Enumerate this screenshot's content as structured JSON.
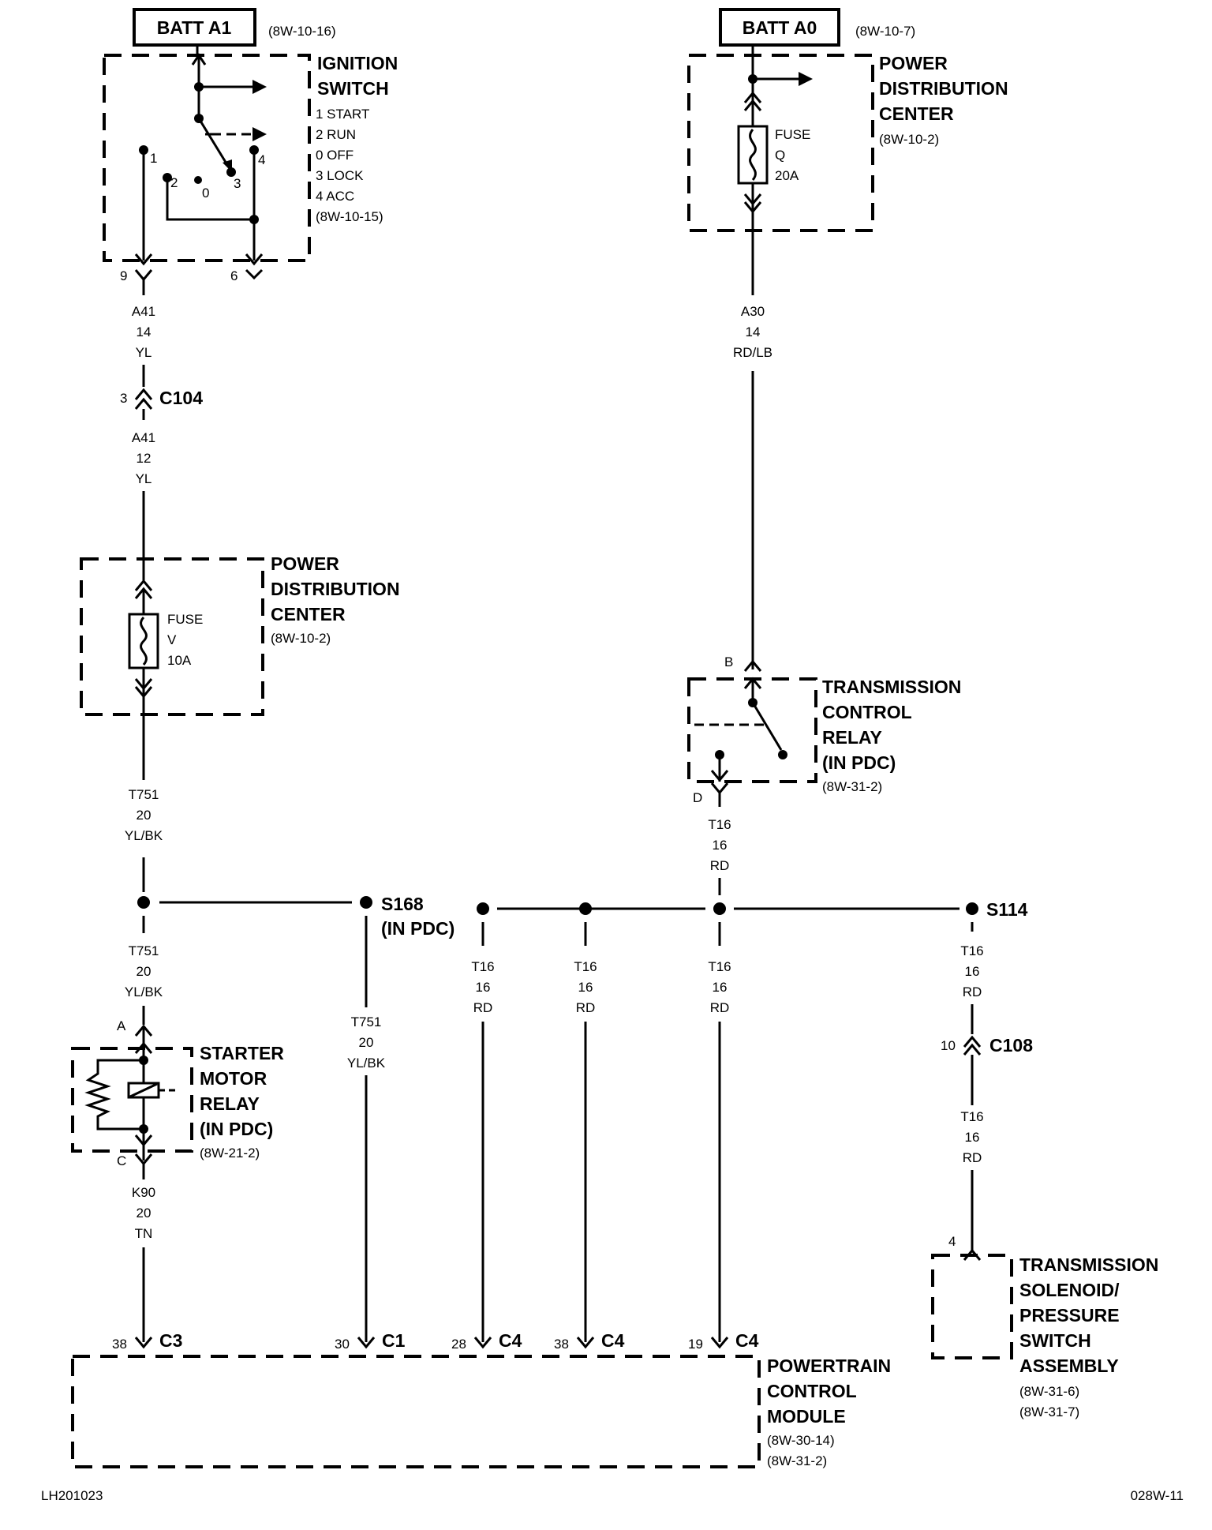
{
  "batt_a1": {
    "label": "BATT A1",
    "ref": "(8W-10-16)"
  },
  "batt_a0": {
    "label": "BATT A0",
    "ref": "(8W-10-7)"
  },
  "ignition_switch": {
    "title1": "IGNITION",
    "title2": "SWITCH",
    "pos1": "1 START",
    "pos2": "2 RUN",
    "pos0": "0 OFF",
    "pos3": "3 LOCK",
    "pos4": "4 ACC",
    "ref": "(8W-10-15)",
    "term1": "1",
    "term2": "2",
    "term0": "0",
    "term3": "3",
    "term4": "4",
    "pin_left": "9",
    "pin_right": "6"
  },
  "pdc_top": {
    "title1": "POWER",
    "title2": "DISTRIBUTION",
    "title3": "CENTER",
    "ref": "(8W-10-2)",
    "fuse_label": "FUSE",
    "fuse_id": "Q",
    "fuse_rating": "20A"
  },
  "pdc_left": {
    "title1": "POWER",
    "title2": "DISTRIBUTION",
    "title3": "CENTER",
    "ref": "(8W-10-2)",
    "fuse_label": "FUSE",
    "fuse_id": "V",
    "fuse_rating": "10A"
  },
  "wire_a41_top": {
    "circuit": "A41",
    "gauge": "14",
    "color": "YL"
  },
  "c104": {
    "pin": "3",
    "label": "C104"
  },
  "wire_a41_bot": {
    "circuit": "A41",
    "gauge": "12",
    "color": "YL"
  },
  "wire_a30": {
    "circuit": "A30",
    "gauge": "14",
    "color": "RD/LB"
  },
  "tcr": {
    "title1": "TRANSMISSION",
    "title2": "CONTROL",
    "title3": "RELAY",
    "title4": "(IN PDC)",
    "ref": "(8W-31-2)",
    "pin_b": "B",
    "pin_d": "D"
  },
  "wire_t751_a": {
    "circuit": "T751",
    "gauge": "20",
    "color": "YL/BK"
  },
  "wire_t16_a": {
    "circuit": "T16",
    "gauge": "16",
    "color": "RD"
  },
  "s168": {
    "label": "S168",
    "sub": "(IN PDC)"
  },
  "s114": {
    "label": "S114"
  },
  "wire_t751_b": {
    "circuit": "T751",
    "gauge": "20",
    "color": "YL/BK"
  },
  "wire_t751_c": {
    "circuit": "T751",
    "gauge": "20",
    "color": "YL/BK"
  },
  "wire_t16_b": {
    "circuit": "T16",
    "gauge": "16",
    "color": "RD"
  },
  "wire_t16_c": {
    "circuit": "T16",
    "gauge": "16",
    "color": "RD"
  },
  "wire_t16_d": {
    "circuit": "T16",
    "gauge": "16",
    "color": "RD"
  },
  "wire_t16_e": {
    "circuit": "T16",
    "gauge": "16",
    "color": "RD"
  },
  "c108": {
    "pin": "10",
    "label": "C108"
  },
  "wire_t16_f": {
    "circuit": "T16",
    "gauge": "16",
    "color": "RD"
  },
  "starter_relay": {
    "title1": "STARTER",
    "title2": "MOTOR",
    "title3": "RELAY",
    "title4": "(IN PDC)",
    "ref": "(8W-21-2)",
    "pin_a": "A",
    "pin_c": "C"
  },
  "wire_k90": {
    "circuit": "K90",
    "gauge": "20",
    "color": "TN"
  },
  "pcm": {
    "title1": "POWERTRAIN",
    "title2": "CONTROL",
    "title3": "MODULE",
    "ref1": "(8W-30-14)",
    "ref2": "(8W-31-2)",
    "c3_pin": "38",
    "c3": "C3",
    "c1_pin": "30",
    "c1": "C1",
    "c4a_pin": "28",
    "c4a": "C4",
    "c4b_pin": "38",
    "c4b": "C4",
    "c4c_pin": "19",
    "c4c": "C4"
  },
  "solenoid": {
    "title1": "TRANSMISSION",
    "title2": "SOLENOID/",
    "title3": "PRESSURE",
    "title4": "SWITCH",
    "title5": "ASSEMBLY",
    "ref1": "(8W-31-6)",
    "ref2": "(8W-31-7)",
    "pin": "4"
  },
  "footer": {
    "left": "LH201023",
    "right": "028W-11"
  }
}
